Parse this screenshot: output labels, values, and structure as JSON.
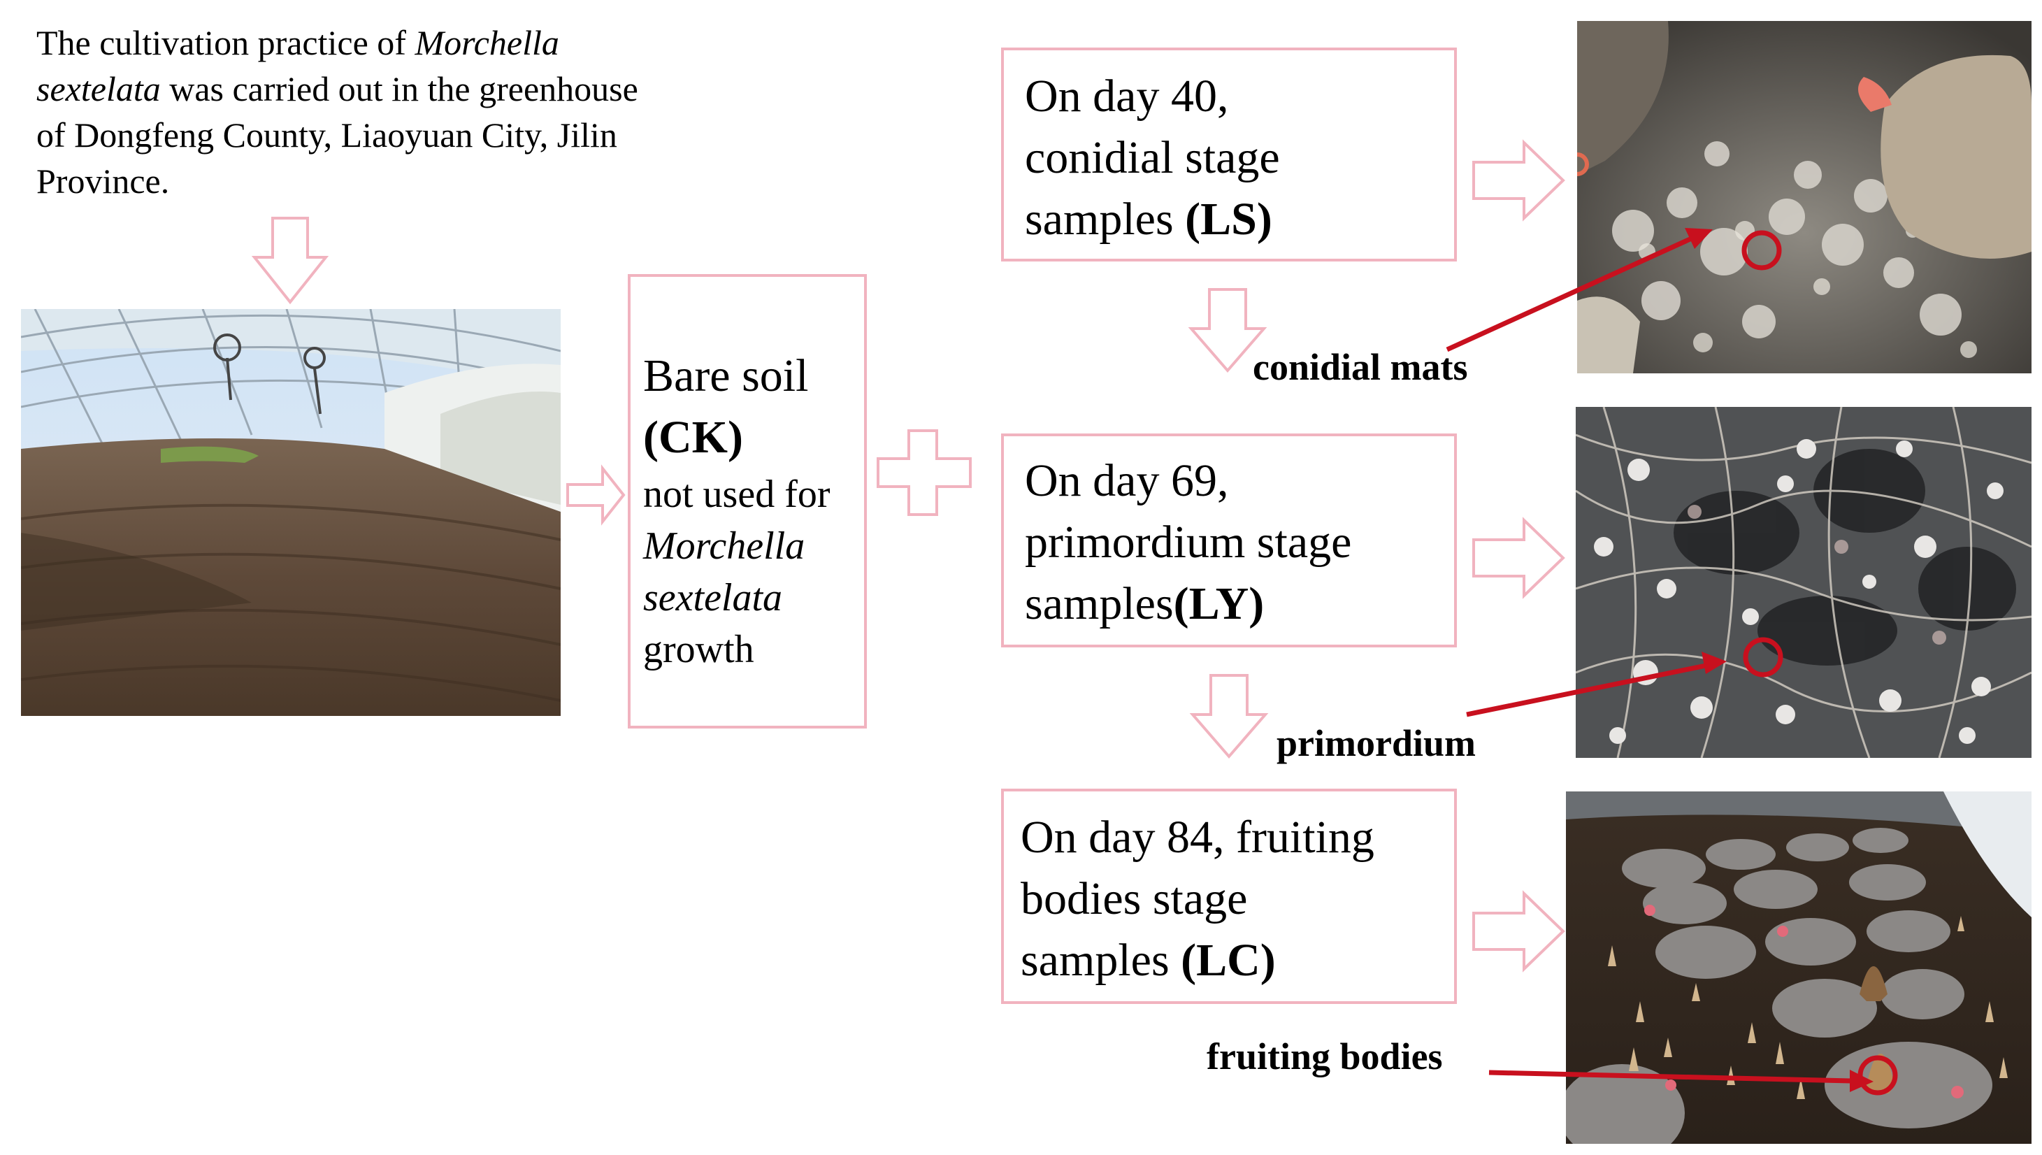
{
  "intro": {
    "part1": "The cultivation practice of ",
    "species": "Morchella sextelata",
    "part2": " was carried out in the greenhouse of Dongfeng County, Liaoyuan City, Jilin Province."
  },
  "ck_box": {
    "line1": "Bare soil",
    "code": "(CK)",
    "line3": "not used for",
    "species_1": "Morchella",
    "species_2": "sextelata",
    "line6": "growth"
  },
  "ls_box": {
    "line1": "On day 40,",
    "line2": "conidial stage",
    "line3_prefix": "samples ",
    "code": "(LS)"
  },
  "ly_box": {
    "line1": "On day 69,",
    "line2": "primordium stage",
    "line3_prefix": "samples",
    "code": "(LY)"
  },
  "lc_box": {
    "line1": "On day 84, fruiting",
    "line2": "bodies stage",
    "line3_prefix": "samples ",
    "code": "(LC)"
  },
  "labels": {
    "conidial_mats": "conidial mats",
    "primordium": "primordium",
    "fruiting_bodies": "fruiting bodies"
  },
  "colors": {
    "box_border": "#f1b3bf",
    "arrow_outline": "#f1b3bf",
    "pointer": "#c8101e"
  }
}
